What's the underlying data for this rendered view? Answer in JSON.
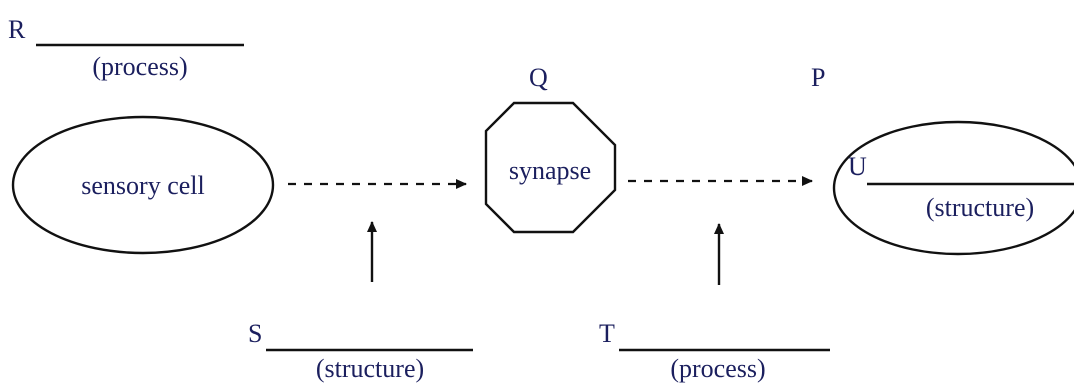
{
  "labels": {
    "R": "R",
    "R_hint": "(process)",
    "Q": "Q",
    "P": "P",
    "S": "S",
    "S_hint": "(structure)",
    "T": "T",
    "T_hint": "(process)",
    "U": "U",
    "U_hint": "(structure)"
  },
  "nodes": {
    "sensory_cell": "sensory cell",
    "synapse": "synapse"
  },
  "colors": {
    "label_color": "#1b1f5e",
    "line_color": "#111111"
  }
}
